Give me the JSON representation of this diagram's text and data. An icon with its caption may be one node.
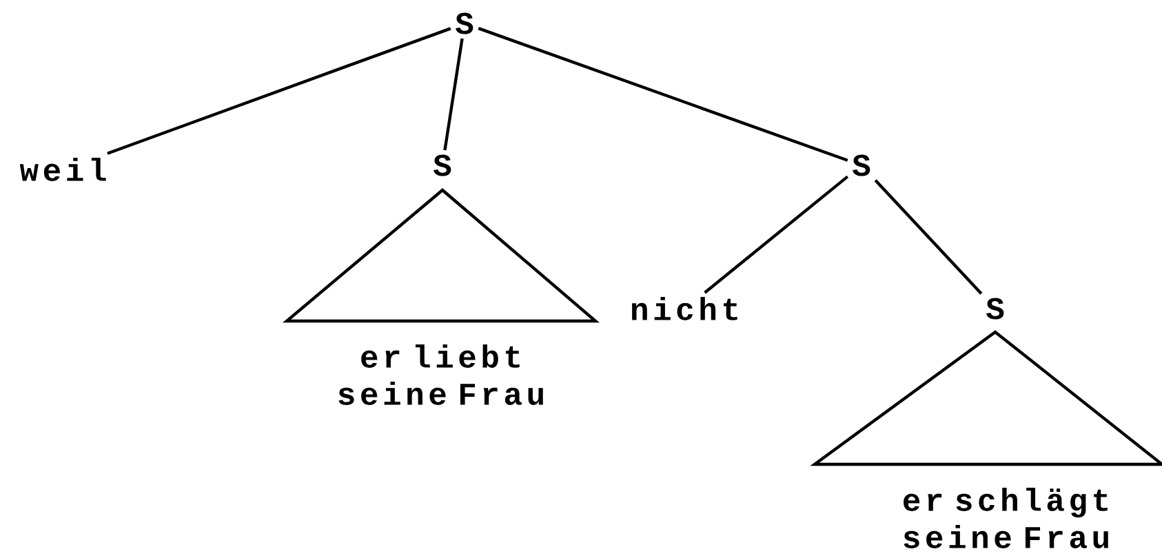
{
  "diagram": {
    "nodes": [
      {
        "text": [
          "S"
        ]
      },
      {
        "text": [
          "weil"
        ]
      },
      {
        "text": [
          "S"
        ]
      },
      {
        "text": [
          "S"
        ]
      },
      {
        "text": [
          "er liebt seine Frau"
        ]
      },
      {
        "text": [
          "nicht"
        ]
      },
      {
        "text": [
          "S"
        ]
      },
      {
        "text": [
          "er schlägt seine Frau"
        ]
      }
    ],
    "edges": [
      {
        "from": 0,
        "to": 1,
        "arrow": "none"
      },
      {
        "from": 0,
        "to": 2,
        "arrow": "none"
      },
      {
        "from": 0,
        "to": 3,
        "arrow": "none"
      },
      {
        "from": 3,
        "to": 5,
        "arrow": "none"
      },
      {
        "from": 3,
        "to": 6,
        "arrow": "none"
      }
    ]
  }
}
